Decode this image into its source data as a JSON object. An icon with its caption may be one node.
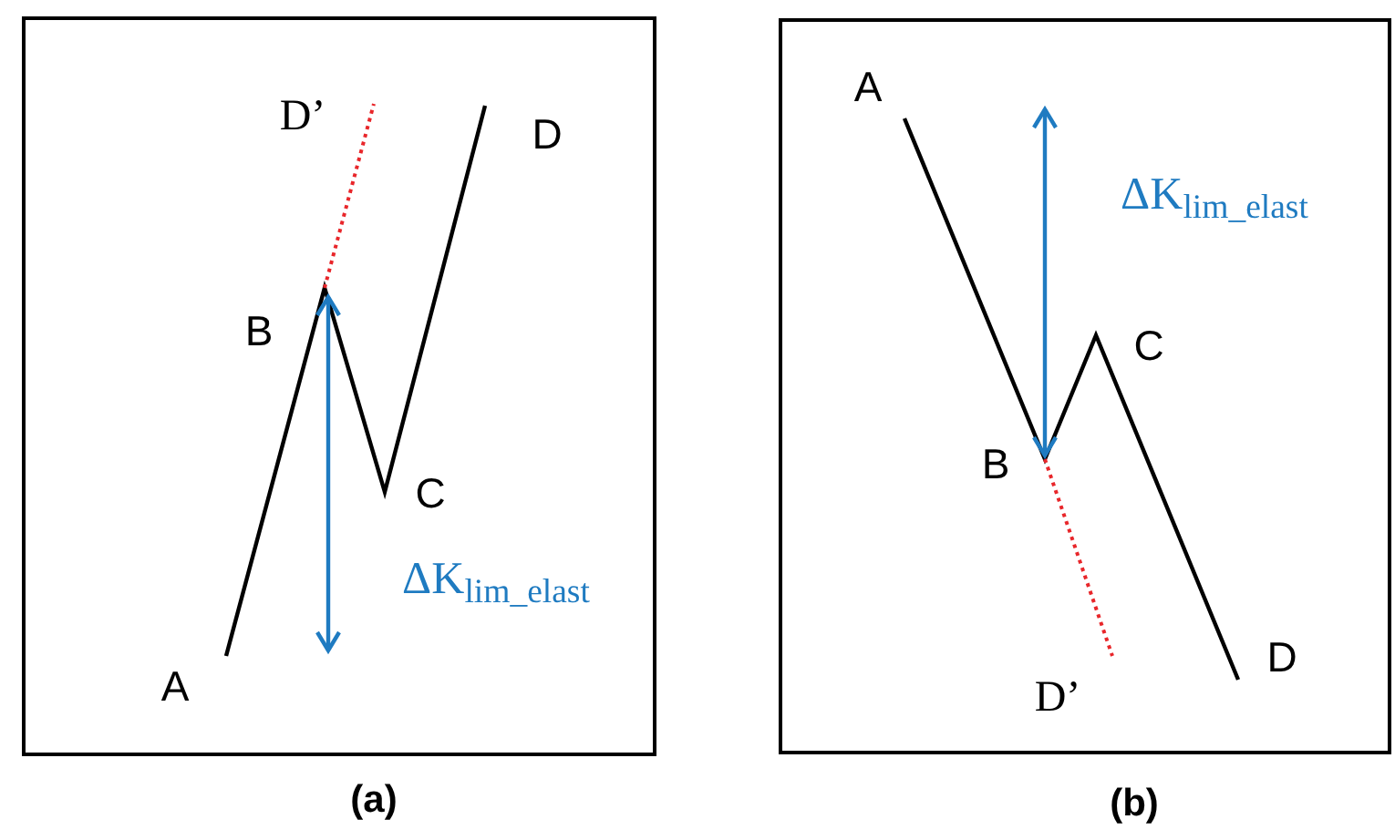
{
  "diagram": {
    "nodes": [
      {
        "text": [
          "(a)"
        ]
      },
      {
        "text": [
          "(b)"
        ]
      }
    ],
    "labels": [
      "D’",
      "D",
      "B",
      "C",
      "ΔK$_{lim_elast}$",
      "A",
      "A",
      "ΔK$_{lim_elast}$",
      "C",
      "B",
      "D",
      "D’"
    ]
  }
}
